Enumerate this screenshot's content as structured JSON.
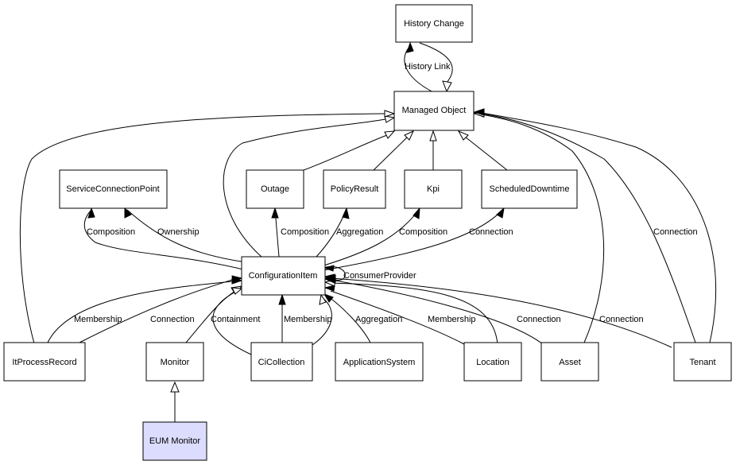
{
  "nodes": {
    "history_change": {
      "label": "History Change"
    },
    "managed_object": {
      "label": "Managed Object"
    },
    "service_connection_point": {
      "label": "ServiceConnectionPoint"
    },
    "outage": {
      "label": "Outage"
    },
    "policy_result": {
      "label": "PolicyResult"
    },
    "kpi": {
      "label": "Kpi"
    },
    "scheduled_downtime": {
      "label": "ScheduledDowntime"
    },
    "configuration_item": {
      "label": "ConfigurationItem"
    },
    "it_process_record": {
      "label": "ItProcessRecord"
    },
    "monitor": {
      "label": "Monitor"
    },
    "ci_collection": {
      "label": "CiCollection"
    },
    "application_system": {
      "label": "ApplicationSystem"
    },
    "location": {
      "label": "Location"
    },
    "asset": {
      "label": "Asset"
    },
    "tenant": {
      "label": "Tenant"
    },
    "eum_monitor": {
      "label": "EUM Monitor"
    }
  },
  "edge_labels": {
    "history_link": "History Link",
    "ci_scp_composition": "Composition",
    "ci_scp_ownership": "Ownership",
    "ci_outage_composition": "Composition",
    "ci_policy_aggregation": "Aggregation",
    "ci_kpi_composition": "Composition",
    "ci_downtime_connection": "Connection",
    "tenant_mo_connection": "Connection",
    "ci_consumer_provider": "ConsumerProvider",
    "itpr_membership": "Membership",
    "itpr_connection": "Connection",
    "cicoll_containment": "Containment",
    "cicoll_membership": "Membership",
    "appsys_aggregation": "Aggregation",
    "location_membership": "Membership",
    "asset_connection": "Connection",
    "tenant_connection": "Connection"
  },
  "colors": {
    "highlight_fill": "#dcdcff",
    "node_fill": "#ffffff",
    "stroke": "#000000"
  }
}
